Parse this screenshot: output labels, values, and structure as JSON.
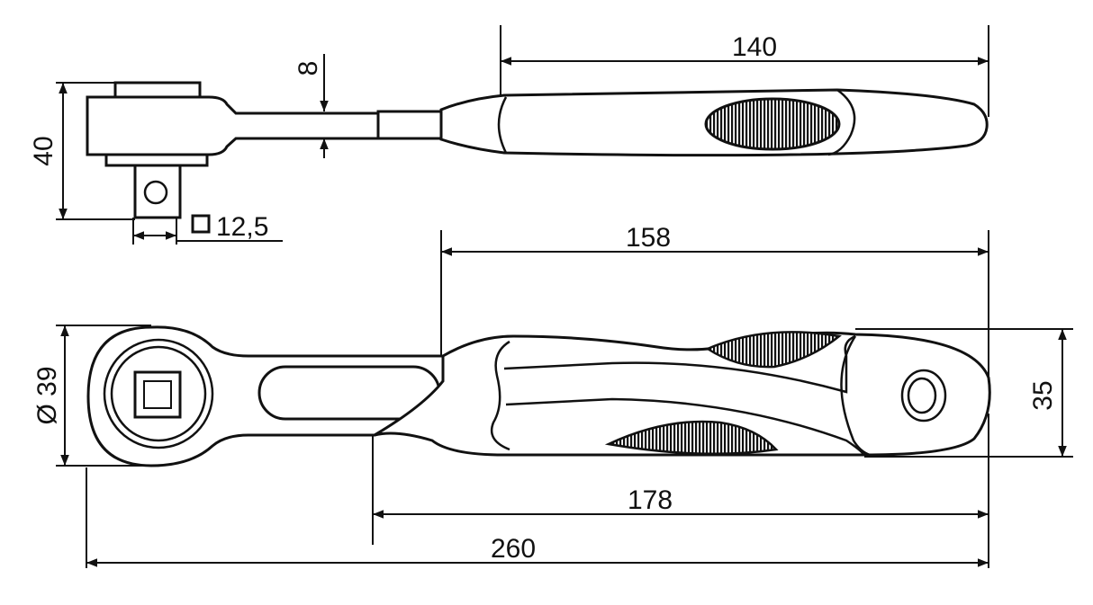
{
  "dimensions": {
    "top_handle_length": "140",
    "shaft_thickness": "8",
    "head_height": "40",
    "drive_square": "12,5",
    "handle_offset_length": "158",
    "head_diameter": "Ø 39",
    "handle_width": "35",
    "handle_length": "178",
    "overall_length": "260"
  },
  "colors": {
    "line": "#111111",
    "background": "#ffffff"
  }
}
